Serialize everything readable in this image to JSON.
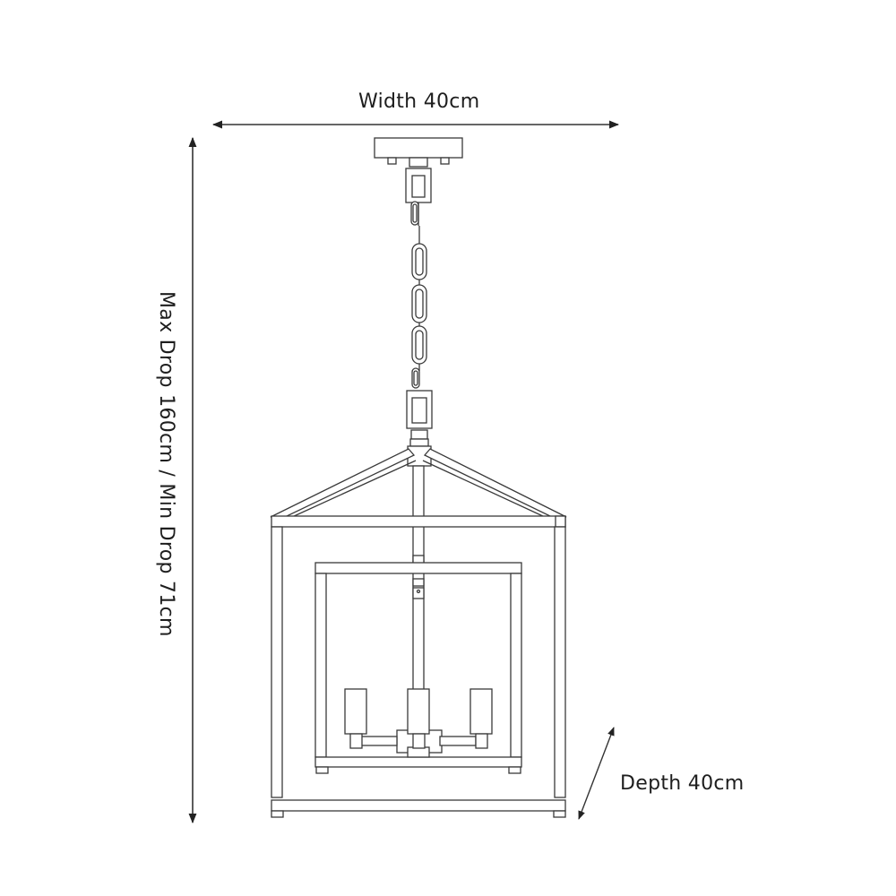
{
  "diagram": {
    "title": "Lantern pendant light dimensions",
    "stroke_color": "#3a3a3a",
    "text_color": "#1e1e1e",
    "background": "#ffffff"
  },
  "dimensions": {
    "width": {
      "label": "Width 40cm",
      "value": 40,
      "unit": "cm"
    },
    "depth": {
      "label": "Depth 40cm",
      "value": 40,
      "unit": "cm"
    },
    "drop": {
      "label": "Max Drop 160cm / Min Drop 71cm",
      "max": 160,
      "min": 71,
      "unit": "cm"
    }
  },
  "components": {
    "ceiling_plate": "ceiling-canopy",
    "chain_links": 5,
    "candle_sockets": 3,
    "frame": "square lantern frame with pitched top"
  }
}
